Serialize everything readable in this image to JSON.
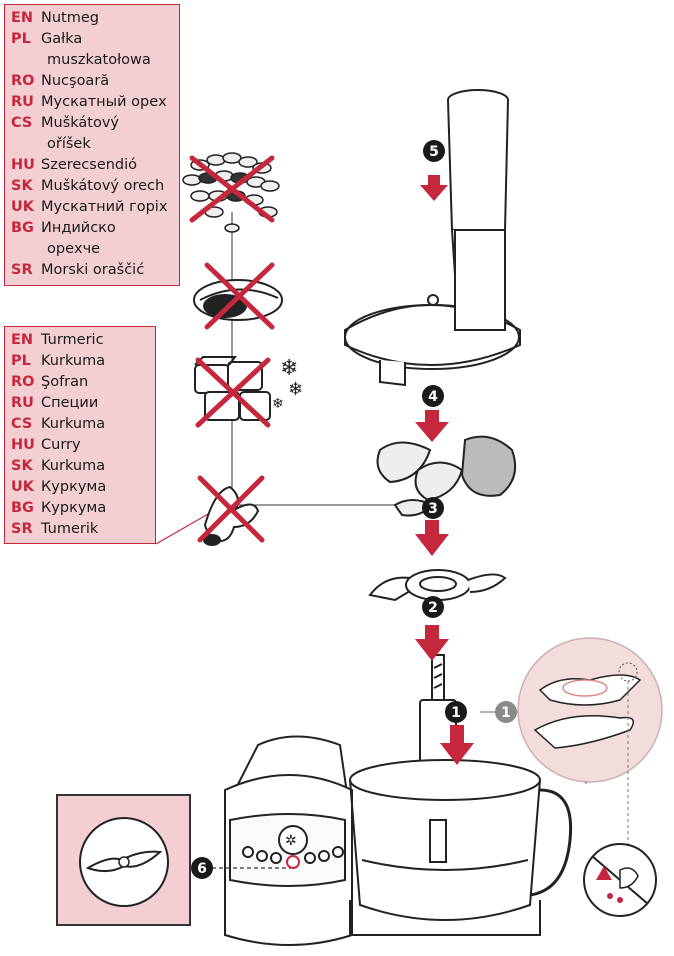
{
  "nutmeg": {
    "rows": [
      {
        "code": "EN",
        "text": "Nutmeg"
      },
      {
        "code": "PL",
        "text": "Gałka"
      },
      {
        "code": "",
        "text": "muszkatołowa"
      },
      {
        "code": "RO",
        "text": "Nucşoară"
      },
      {
        "code": "RU",
        "text": "Мускатный орех"
      },
      {
        "code": "CS",
        "text": "Muškátový"
      },
      {
        "code": "",
        "text": "oříšek"
      },
      {
        "code": "HU",
        "text": "Szerecsendió"
      },
      {
        "code": "SK",
        "text": "Muškátový orech"
      },
      {
        "code": "UK",
        "text": "Мускатний горіх"
      },
      {
        "code": "BG",
        "text": "Индийско"
      },
      {
        "code": "",
        "text": "орехче"
      },
      {
        "code": "SR",
        "text": "Morski oraščić"
      }
    ]
  },
  "turmeric": {
    "rows": [
      {
        "code": "EN",
        "text": "Turmeric"
      },
      {
        "code": "PL",
        "text": "Kurkuma"
      },
      {
        "code": "RO",
        "text": "Şofran"
      },
      {
        "code": "RU",
        "text": "Специи"
      },
      {
        "code": "CS",
        "text": "Kurkuma"
      },
      {
        "code": "HU",
        "text": "Curry"
      },
      {
        "code": "SK",
        "text": "Kurkuma"
      },
      {
        "code": "UK",
        "text": "Куркума"
      },
      {
        "code": "BG",
        "text": "Куркума"
      },
      {
        "code": "SR",
        "text": "Tumerik"
      }
    ]
  },
  "steps": {
    "s1": "1",
    "s1b": "1",
    "s2": "2",
    "s3": "3",
    "s4": "4",
    "s5": "5",
    "s6": "6"
  },
  "colors": {
    "accent": "#c5283d",
    "box_fill": "#f3cfd3",
    "badge": "#1a1a1a",
    "badge_grey": "#8a8a8a"
  },
  "icons": [
    "prohibited-cross-icon",
    "arrow-down-icon",
    "snowflake-icon",
    "warning-icon",
    "power-button-icon"
  ]
}
